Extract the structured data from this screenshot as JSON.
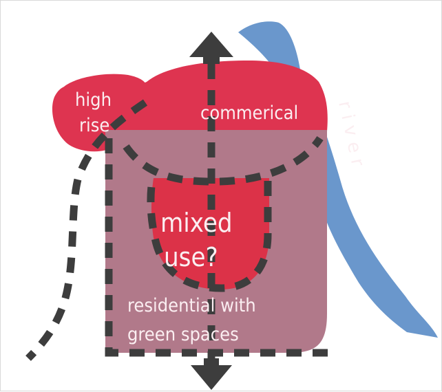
{
  "labels": {
    "high_rise_line1": "high",
    "high_rise_line2": "rise",
    "commercial": "commerical",
    "river": "river",
    "mixed_use_line1": "mixed",
    "mixed_use_line2": "use?",
    "residential_line1": "residential with",
    "residential_line2": "green spaces"
  },
  "colors": {
    "commercial_zone": "#de3450",
    "residential_zone": "#b1798a",
    "mixed_use_zone": "#dc3248",
    "river": "#6a97cc",
    "dashed_lines": "#3d3d3d",
    "label_text": "#fbeef1"
  }
}
